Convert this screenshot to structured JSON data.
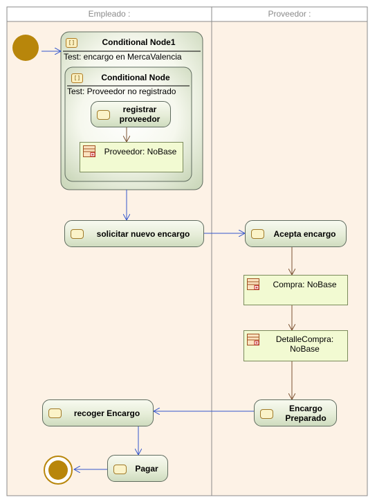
{
  "swimlanes": [
    {
      "title": "Empleado :"
    },
    {
      "title": "Proveedor :"
    }
  ],
  "conditional_nodes": [
    {
      "title": "Conditional Node1",
      "test": "Test: encargo en MercaValencia"
    },
    {
      "title": "Conditional Node",
      "test": "Test: Proveedor no registrado"
    }
  ],
  "actions": {
    "registrar_proveedor": "registrar proveedor",
    "solicitar_nuevo_encargo": "solicitar nuevo encargo",
    "acepta_encargo": "Acepta encargo",
    "encargo_preparado": "Encargo Preparado",
    "recoger_encargo": "recoger Encargo",
    "pagar": "Pagar"
  },
  "object_nodes": {
    "proveedor": "Proveedor: NoBase",
    "compra": "Compra: NoBase",
    "detalle_compra": "DetalleCompra: NoBase"
  },
  "colors": {
    "lane_fill": "#fdf2e6",
    "lane_border": "#8a8a8a",
    "initial_node": "#b8860b",
    "control_flow": "#3355cc",
    "object_flow": "#7a5030",
    "action_border": "#5e6b5e",
    "object_fill": "#f2fad2"
  }
}
